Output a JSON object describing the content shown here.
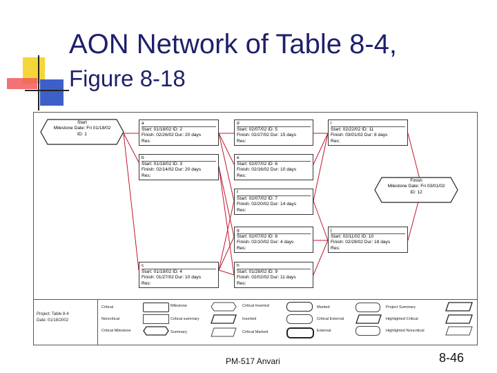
{
  "slide": {
    "title_line1": "AON Network of Table 8-4,",
    "title_line2": "Figure 8-18",
    "footer": "PM-517   Anvari",
    "page_number": "8-46"
  },
  "diagram": {
    "start": {
      "label": "Start",
      "line1": "Milestone Date: Fri 01/18/02",
      "line2": "ID: 1"
    },
    "finish": {
      "label": "Finish",
      "line1": "Milestone Date: Fri 03/01/02",
      "line2": "ID: 12"
    },
    "tasks": {
      "a": {
        "name": "a",
        "start": "Start: 01/18/02   ID: 2",
        "finish": "Finish: 02/26/02   Dur: 20 days",
        "res": "Res:"
      },
      "b": {
        "name": "b",
        "start": "Start: 01/18/02   ID: 3",
        "finish": "Finish: 02/14/02   Dur: 20 days",
        "res": "Res:"
      },
      "c": {
        "name": "c",
        "start": "Start: 01/18/02   ID: 4",
        "finish": "Finish: 01/27/02   Dur: 10 days",
        "res": "Res:"
      },
      "d": {
        "name": "d",
        "start": "Start: 02/07/02   ID: 5",
        "finish": "Finish: 02/27/02   Dur: 15 days",
        "res": "Res:"
      },
      "e": {
        "name": "e",
        "start": "Start: 02/07/02   ID: 6",
        "finish": "Finish: 02/16/02   Dur: 10 days",
        "res": "Res:"
      },
      "f": {
        "name": "f",
        "start": "Start: 02/07/02   ID: 7",
        "finish": "Finish: 02/20/02   Dur: 14 days",
        "res": "Res:"
      },
      "g": {
        "name": "g",
        "start": "Start: 02/07/02   ID: 8",
        "finish": "Finish: 02/10/02   Dur: 4 days",
        "res": "Res:"
      },
      "h": {
        "name": "h",
        "start": "Start: 01/28/02   ID: 9",
        "finish": "Finish: 02/02/02   Dur: 11 days",
        "res": "Res:"
      },
      "i": {
        "name": "i",
        "start": "Start: 02/22/02   ID: 11",
        "finish": "Finish: 03/01/02   Dur: 8 days",
        "res": "Res:"
      },
      "j": {
        "name": "j",
        "start": "Start: 02/11/02   ID: 10",
        "finish": "Finish: 02/28/02   Dur: 18 days",
        "res": "Res:"
      }
    },
    "legend": {
      "project": "Project: Table 8-4",
      "date": "Date: 01/18/2002",
      "items": {
        "critical": "Critical",
        "noncritical": "Noncritical",
        "critical_milestone": "Critical Milestone",
        "milestone": "Milestone",
        "critical_summary": "Critical summary",
        "summary": "Summary",
        "critical_inserted": "Critical Inserted",
        "inserted": "Inserted",
        "critical_marked": "Critical Marked",
        "marked": "Marked",
        "critical_external": "Critical External",
        "external": "External",
        "project_summary": "Project Summary",
        "highlighted_critical": "Highlighted Critical",
        "highlighted_noncritical": "Highlighted Noncritical"
      }
    }
  }
}
